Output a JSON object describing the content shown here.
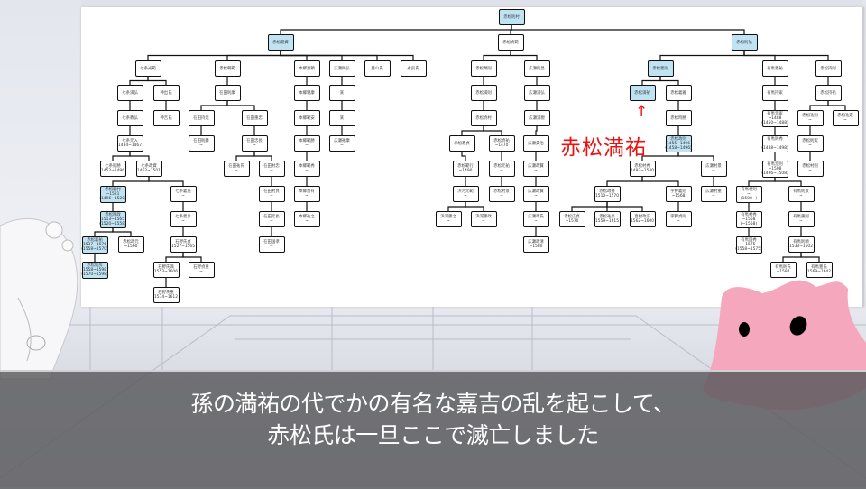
{
  "colors": {
    "highlight": "#bfe3f3",
    "callout": "#ee1111",
    "subtitle_bar": "#58585c",
    "mascot": "#f4a7bd"
  },
  "callout": {
    "label": "赤松満祐",
    "arrow": "↑"
  },
  "subtitle": {
    "line1": "孫の満祐の代でかの有名な嘉吉の乱を起こして、",
    "line2": "赤松氏は一旦ここで滅亡しました"
  },
  "tree": {
    "nodes": [
      {
        "name": "赤松則村",
        "sub": "",
        "parent": null,
        "hl": true
      },
      {
        "name": "赤松範資",
        "sub": "",
        "parent": 0,
        "hl": true
      },
      {
        "name": "赤松貞範",
        "sub": "",
        "parent": 0
      },
      {
        "name": "赤松則祐",
        "sub": "",
        "parent": 0,
        "hl": true
      },
      {
        "name": "七条光範",
        "sub": "",
        "parent": 1
      },
      {
        "name": "赤松朝範",
        "sub": "",
        "parent": 1
      },
      {
        "name": "本郷直頼",
        "sub": "",
        "parent": 1
      },
      {
        "name": "広瀬則弘",
        "sub": "",
        "parent": 1
      },
      {
        "name": "豊山氏",
        "sub": "",
        "parent": 1
      },
      {
        "name": "永良氏",
        "sub": "",
        "parent": 1
      },
      {
        "name": "赤松顕則",
        "sub": "",
        "parent": 2
      },
      {
        "name": "広瀬則昌",
        "sub": "",
        "parent": 2
      },
      {
        "name": "赤松義則",
        "sub": "",
        "parent": 3,
        "hl": true
      },
      {
        "name": "有馬義祐",
        "sub": "",
        "parent": 3
      },
      {
        "name": "赤松持則",
        "sub": "",
        "parent": 3
      },
      {
        "name": "七条満弘",
        "sub": "",
        "parent": 4
      },
      {
        "name": "神出氏",
        "sub": "",
        "parent": 4
      },
      {
        "name": "在田則康",
        "sub": "",
        "parent": 5
      },
      {
        "name": "本郷親康",
        "sub": "",
        "parent": 6
      },
      {
        "name": "某",
        "sub": "",
        "parent": 7
      },
      {
        "name": "赤松満則",
        "sub": "",
        "parent": 10
      },
      {
        "name": "広瀬満弘",
        "sub": "",
        "parent": 11
      },
      {
        "name": "赤松満祐",
        "sub": "",
        "parent": 12,
        "hl": true
      },
      {
        "name": "赤松義雅",
        "sub": "",
        "parent": 12
      },
      {
        "name": "有馬持家",
        "sub": "",
        "parent": 13
      },
      {
        "name": "赤松持祐",
        "sub": "",
        "parent": 14
      },
      {
        "name": "七条教弘",
        "sub": "",
        "parent": 15
      },
      {
        "name": "神吉氏",
        "sub": "",
        "parent": 16
      },
      {
        "name": "在田持元",
        "sub": "",
        "parent": 17
      },
      {
        "name": "在田重忠",
        "sub": "",
        "parent": 17
      },
      {
        "name": "本郷範安",
        "sub": "",
        "parent": 18
      },
      {
        "name": "某",
        "sub": "",
        "parent": 19
      },
      {
        "name": "赤松貞村",
        "sub": "",
        "parent": 20
      },
      {
        "name": "広瀬満親",
        "sub": "",
        "parent": 21
      },
      {
        "name": "赤松時勝",
        "sub": "",
        "parent": 23
      },
      {
        "name": "有馬元家",
        "sub": "~1488\n(1450~1488)",
        "parent": 24
      },
      {
        "name": "赤松祐則",
        "sub": "~",
        "parent": 25
      },
      {
        "name": "赤松祐定",
        "sub": "~",
        "parent": 25
      },
      {
        "name": "七条元入",
        "sub": "1434~1467",
        "parent": 26
      },
      {
        "name": "在田則藤",
        "sub": "~",
        "parent": 28
      },
      {
        "name": "在田忠長",
        "sub": "~",
        "parent": 29
      },
      {
        "name": "本郷範勝",
        "sub": "~",
        "parent": 30
      },
      {
        "name": "広瀬祐康",
        "sub": "~",
        "parent": 31
      },
      {
        "name": "赤松教貞",
        "sub": "",
        "parent": 32
      },
      {
        "name": "赤松貞祐",
        "sub": "~1470",
        "parent": 32
      },
      {
        "name": "広瀬貴治",
        "sub": "",
        "parent": 33
      },
      {
        "name": "赤松政則",
        "sub": "1455~1496\n(1458~1496)",
        "parent": 34,
        "hl": true
      },
      {
        "name": "有馬則秀",
        "sub": "~\n(1488~1498)",
        "parent": 35
      },
      {
        "name": "赤松則実",
        "sub": "~",
        "parent": 36
      },
      {
        "name": "七条則勝",
        "sub": "1452~1496",
        "parent": 38
      },
      {
        "name": "七条政資",
        "sub": "1462~1501",
        "parent": 38
      },
      {
        "name": "在田祐氏",
        "sub": "~",
        "parent": 40
      },
      {
        "name": "在田村忠",
        "sub": "~",
        "parent": 40
      },
      {
        "name": "本郷範秀",
        "sub": "~",
        "parent": 41
      },
      {
        "name": "赤松範行",
        "sub": "~1490",
        "parent": 43
      },
      {
        "name": "赤松元祐",
        "sub": "~",
        "parent": 44
      },
      {
        "name": "広瀬政賢",
        "sub": "~",
        "parent": 45
      },
      {
        "name": "赤松村秀",
        "sub": "1493~1540",
        "parent": 46
      },
      {
        "name": "広瀬村景",
        "sub": "~",
        "parent": 46
      },
      {
        "name": "有馬澄則",
        "sub": "~1508\n(1496~1508)",
        "parent": 47
      },
      {
        "name": "赤松村則",
        "sub": "~",
        "parent": 48
      },
      {
        "name": "赤松義村",
        "sub": "~1521\n(1496~1520)",
        "parent": 50,
        "hl": true
      },
      {
        "name": "七条義充",
        "sub": "~",
        "parent": 50
      },
      {
        "name": "在田村貞",
        "sub": "~",
        "parent": 52
      },
      {
        "name": "本郷貞有",
        "sub": "~",
        "parent": 53
      },
      {
        "name": "浜河元範",
        "sub": "~",
        "parent": 54
      },
      {
        "name": "赤松村景",
        "sub": "~",
        "parent": 55
      },
      {
        "name": "広瀬政賢",
        "sub": "~",
        "parent": 56
      },
      {
        "name": "赤松政秀",
        "sub": "1510~1570",
        "parent": 57
      },
      {
        "name": "宇野義則",
        "sub": "~1568",
        "parent": 57
      },
      {
        "name": "広瀬村重",
        "sub": "~",
        "parent": 58
      },
      {
        "name": "有馬村則",
        "sub": "~\n(1508~)",
        "parent": 59
      },
      {
        "name": "有馬則景",
        "sub": "~",
        "parent": 59
      },
      {
        "name": "赤松晴政",
        "sub": "1513~1565\n(1520~1558)",
        "parent": 61,
        "hl": true
      },
      {
        "name": "七条義兵",
        "sub": "~",
        "parent": 62
      },
      {
        "name": "在田元長",
        "sub": "~",
        "parent": 63
      },
      {
        "name": "本郷祐之",
        "sub": "~",
        "parent": 64
      },
      {
        "name": "浜河藤之",
        "sub": "~",
        "parent": 65
      },
      {
        "name": "浜河藤政",
        "sub": "~",
        "parent": 65
      },
      {
        "name": "広瀬政氏",
        "sub": "~",
        "parent": 67
      },
      {
        "name": "赤松広貞",
        "sub": "~1570",
        "parent": 68
      },
      {
        "name": "赤松祐高",
        "sub": "1559~1615",
        "parent": 68
      },
      {
        "name": "喜村政広",
        "sub": "1562~1600",
        "parent": 68
      },
      {
        "name": "宇野貞則",
        "sub": "~",
        "parent": 69
      },
      {
        "name": "有馬村秀",
        "sub": "~1558\n(~1558)",
        "parent": 71
      },
      {
        "name": "有馬重則",
        "sub": "~",
        "parent": 72
      },
      {
        "name": "赤松義祐",
        "sub": "1537~1576\n(1558~1570)",
        "parent": 73,
        "hl": true
      },
      {
        "name": "赤松政元",
        "sub": "~1560",
        "parent": 73
      },
      {
        "name": "石野氏貞",
        "sub": "1527~1565",
        "parent": 74
      },
      {
        "name": "在田国孝",
        "sub": "~",
        "parent": 75
      },
      {
        "name": "広瀬政清",
        "sub": "~1580",
        "parent": 79
      },
      {
        "name": "有馬国秀",
        "sub": "~1575\n(1558~1575)",
        "parent": 84
      },
      {
        "name": "有馬則頼",
        "sub": "1533~1602",
        "parent": 85
      },
      {
        "name": "赤松則房",
        "sub": "1558~1598\n(1570~1598)",
        "parent": 86,
        "hl": true
      },
      {
        "name": "石野氏満",
        "sub": "1553~1606",
        "parent": 88
      },
      {
        "name": "石野貞重",
        "sub": "~",
        "parent": 88
      },
      {
        "name": "有馬則氏",
        "sub": "~1584",
        "parent": 92
      },
      {
        "name": "有馬豊氏",
        "sub": "1569~1642",
        "parent": 92
      },
      {
        "name": "石野氏重",
        "sub": "1574~1612",
        "parent": 94
      }
    ]
  }
}
